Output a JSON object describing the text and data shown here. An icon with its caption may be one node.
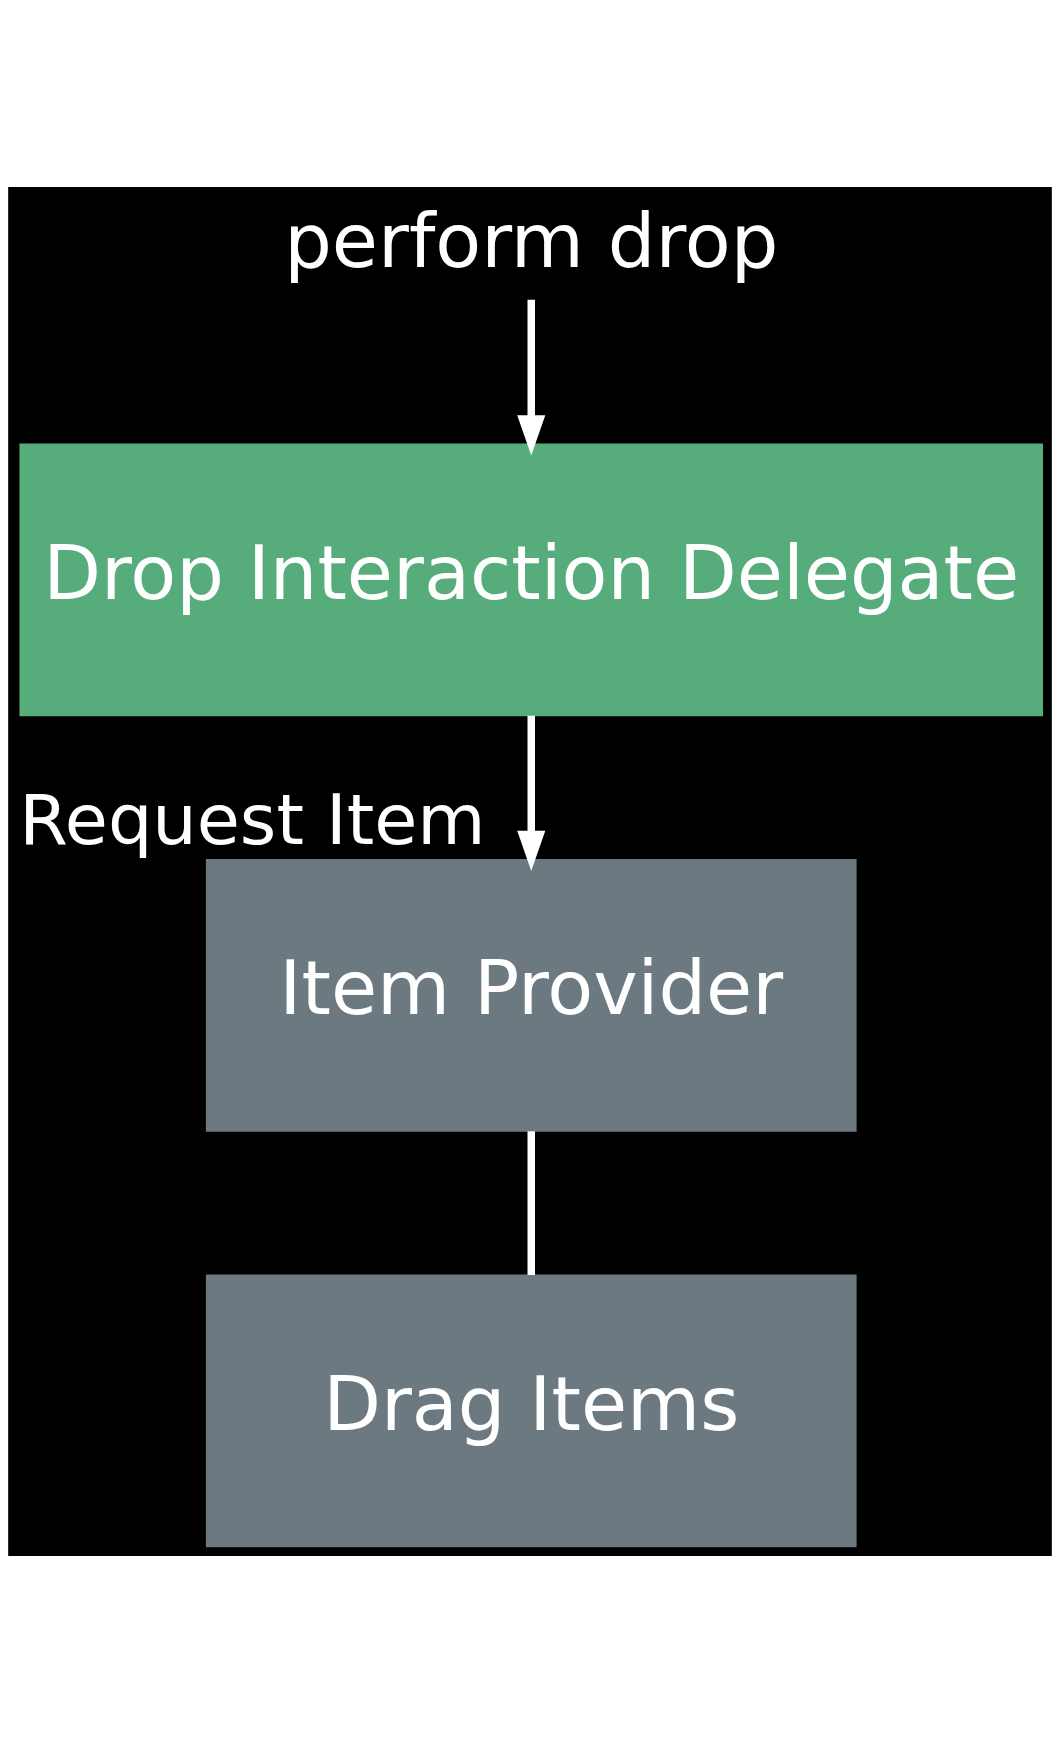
{
  "diagram": {
    "nodes": [
      {
        "text": [
          "perform drop"
        ]
      },
      {
        "text": [
          "Drop Interaction Delegate"
        ]
      },
      {
        "text": [
          "Item Provider"
        ]
      },
      {
        "text": [
          "Drag Items"
        ]
      }
    ],
    "edges": [
      {
        "from": 0,
        "to": 1,
        "arrow": "to"
      },
      {
        "from": 1,
        "to": 2,
        "arrow": "to",
        "label": "Request Item"
      },
      {
        "from": 2,
        "to": 3,
        "arrow": "none"
      }
    ]
  }
}
